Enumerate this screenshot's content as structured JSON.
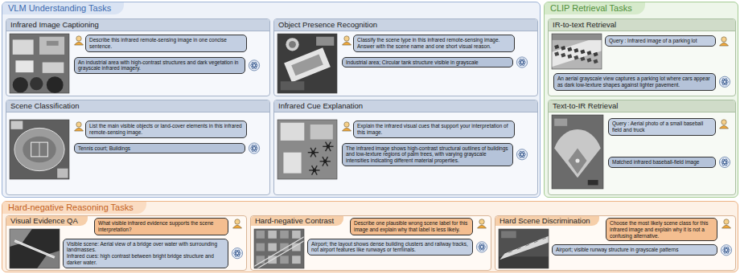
{
  "diagram": {
    "nodes": [
      {
        "text": [
          "VLM Understanding Tasks"
        ]
      },
      {
        "text": [
          "Infrared Image Captioning"
        ],
        "in": 0
      },
      {
        "text": [
          "Describe this infrared remote-sensing image in one concise sentence."
        ],
        "in": 1
      },
      {
        "text": [
          "An industrial area with high-contrast structures and dark vegetation in grayscale infrared imagery."
        ],
        "in": 1
      },
      {
        "text": [
          "Object Presence Recognition"
        ],
        "in": 0
      },
      {
        "text": [
          "Classify the scene type in this infrared remote-sensing image. Answer with the scene name and one short visual reason."
        ],
        "in": 4
      },
      {
        "text": [
          "Industrial area; Circular tank structure visible in grayscale"
        ],
        "in": 4
      },
      {
        "text": [
          "Scene Classification"
        ],
        "in": 0
      },
      {
        "text": [
          "List the main visible objects or land-cover elements in this infrared remote-sensing image."
        ],
        "in": 7
      },
      {
        "text": [
          "Tennis court; Buildings"
        ],
        "in": 7
      },
      {
        "text": [
          "Infrared Cue Explanation"
        ],
        "in": 0
      },
      {
        "text": [
          "Explain the infrared visual cues that support your interpretation of this image."
        ],
        "in": 10
      },
      {
        "text": [
          "The infrared image shows high-contrast structural outlines of buildings and low-texture regions of palm trees, with varying grayscale intensities indicating different material properties."
        ],
        "in": 10
      },
      {
        "text": [
          "CLIP Retrieval Tasks"
        ]
      },
      {
        "text": [
          "IR-to-text Retrieval"
        ],
        "in": 13
      },
      {
        "text": [
          "Query : Infrared image of a parking lot"
        ],
        "in": 14
      },
      {
        "text": [
          "An aerial grayscale view captures a parking lot where cars appear as dark low-texture shapes against lighter pavement."
        ],
        "in": 14
      },
      {
        "text": [
          "Text-to-IR Retrieval"
        ],
        "in": 13
      },
      {
        "text": [
          "Query : Aerial photo of a small baseball field and truck"
        ],
        "in": 17
      },
      {
        "text": [
          "Matched infrared baseball-field image"
        ],
        "in": 17
      },
      {
        "text": [
          "Hard-negative Reasoning Tasks"
        ]
      },
      {
        "text": [
          "Visual Evidence QA"
        ],
        "in": 20
      },
      {
        "text": [
          "What visible infrared evidence supports the scene interpretation?"
        ],
        "in": 21
      },
      {
        "text": [
          "Visible scene: Aerial view of a bridge over water with surrounding landmasses.",
          "Infrared cues: high contrast between bright bridge structure and darker water."
        ],
        "in": 21
      },
      {
        "text": [
          "Hard-negative Contrast"
        ],
        "in": 20
      },
      {
        "text": [
          "Describe one plausible wrong scene label for this image and explain why that label is less likely."
        ],
        "in": 24
      },
      {
        "text": [
          "Airport; the layout shows dense building clusters and railway tracks, not airport features like runways or terminals."
        ],
        "in": 24
      },
      {
        "text": [
          "Hard Scene Discrimination"
        ],
        "in": 20
      },
      {
        "text": [
          "Choose the most likely scene class for this infrared image and explain why it is not a confusing alternative."
        ],
        "in": 27
      },
      {
        "text": [
          "Airport; visible runway structure in grayscale patterns"
        ],
        "in": 27
      }
    ]
  }
}
